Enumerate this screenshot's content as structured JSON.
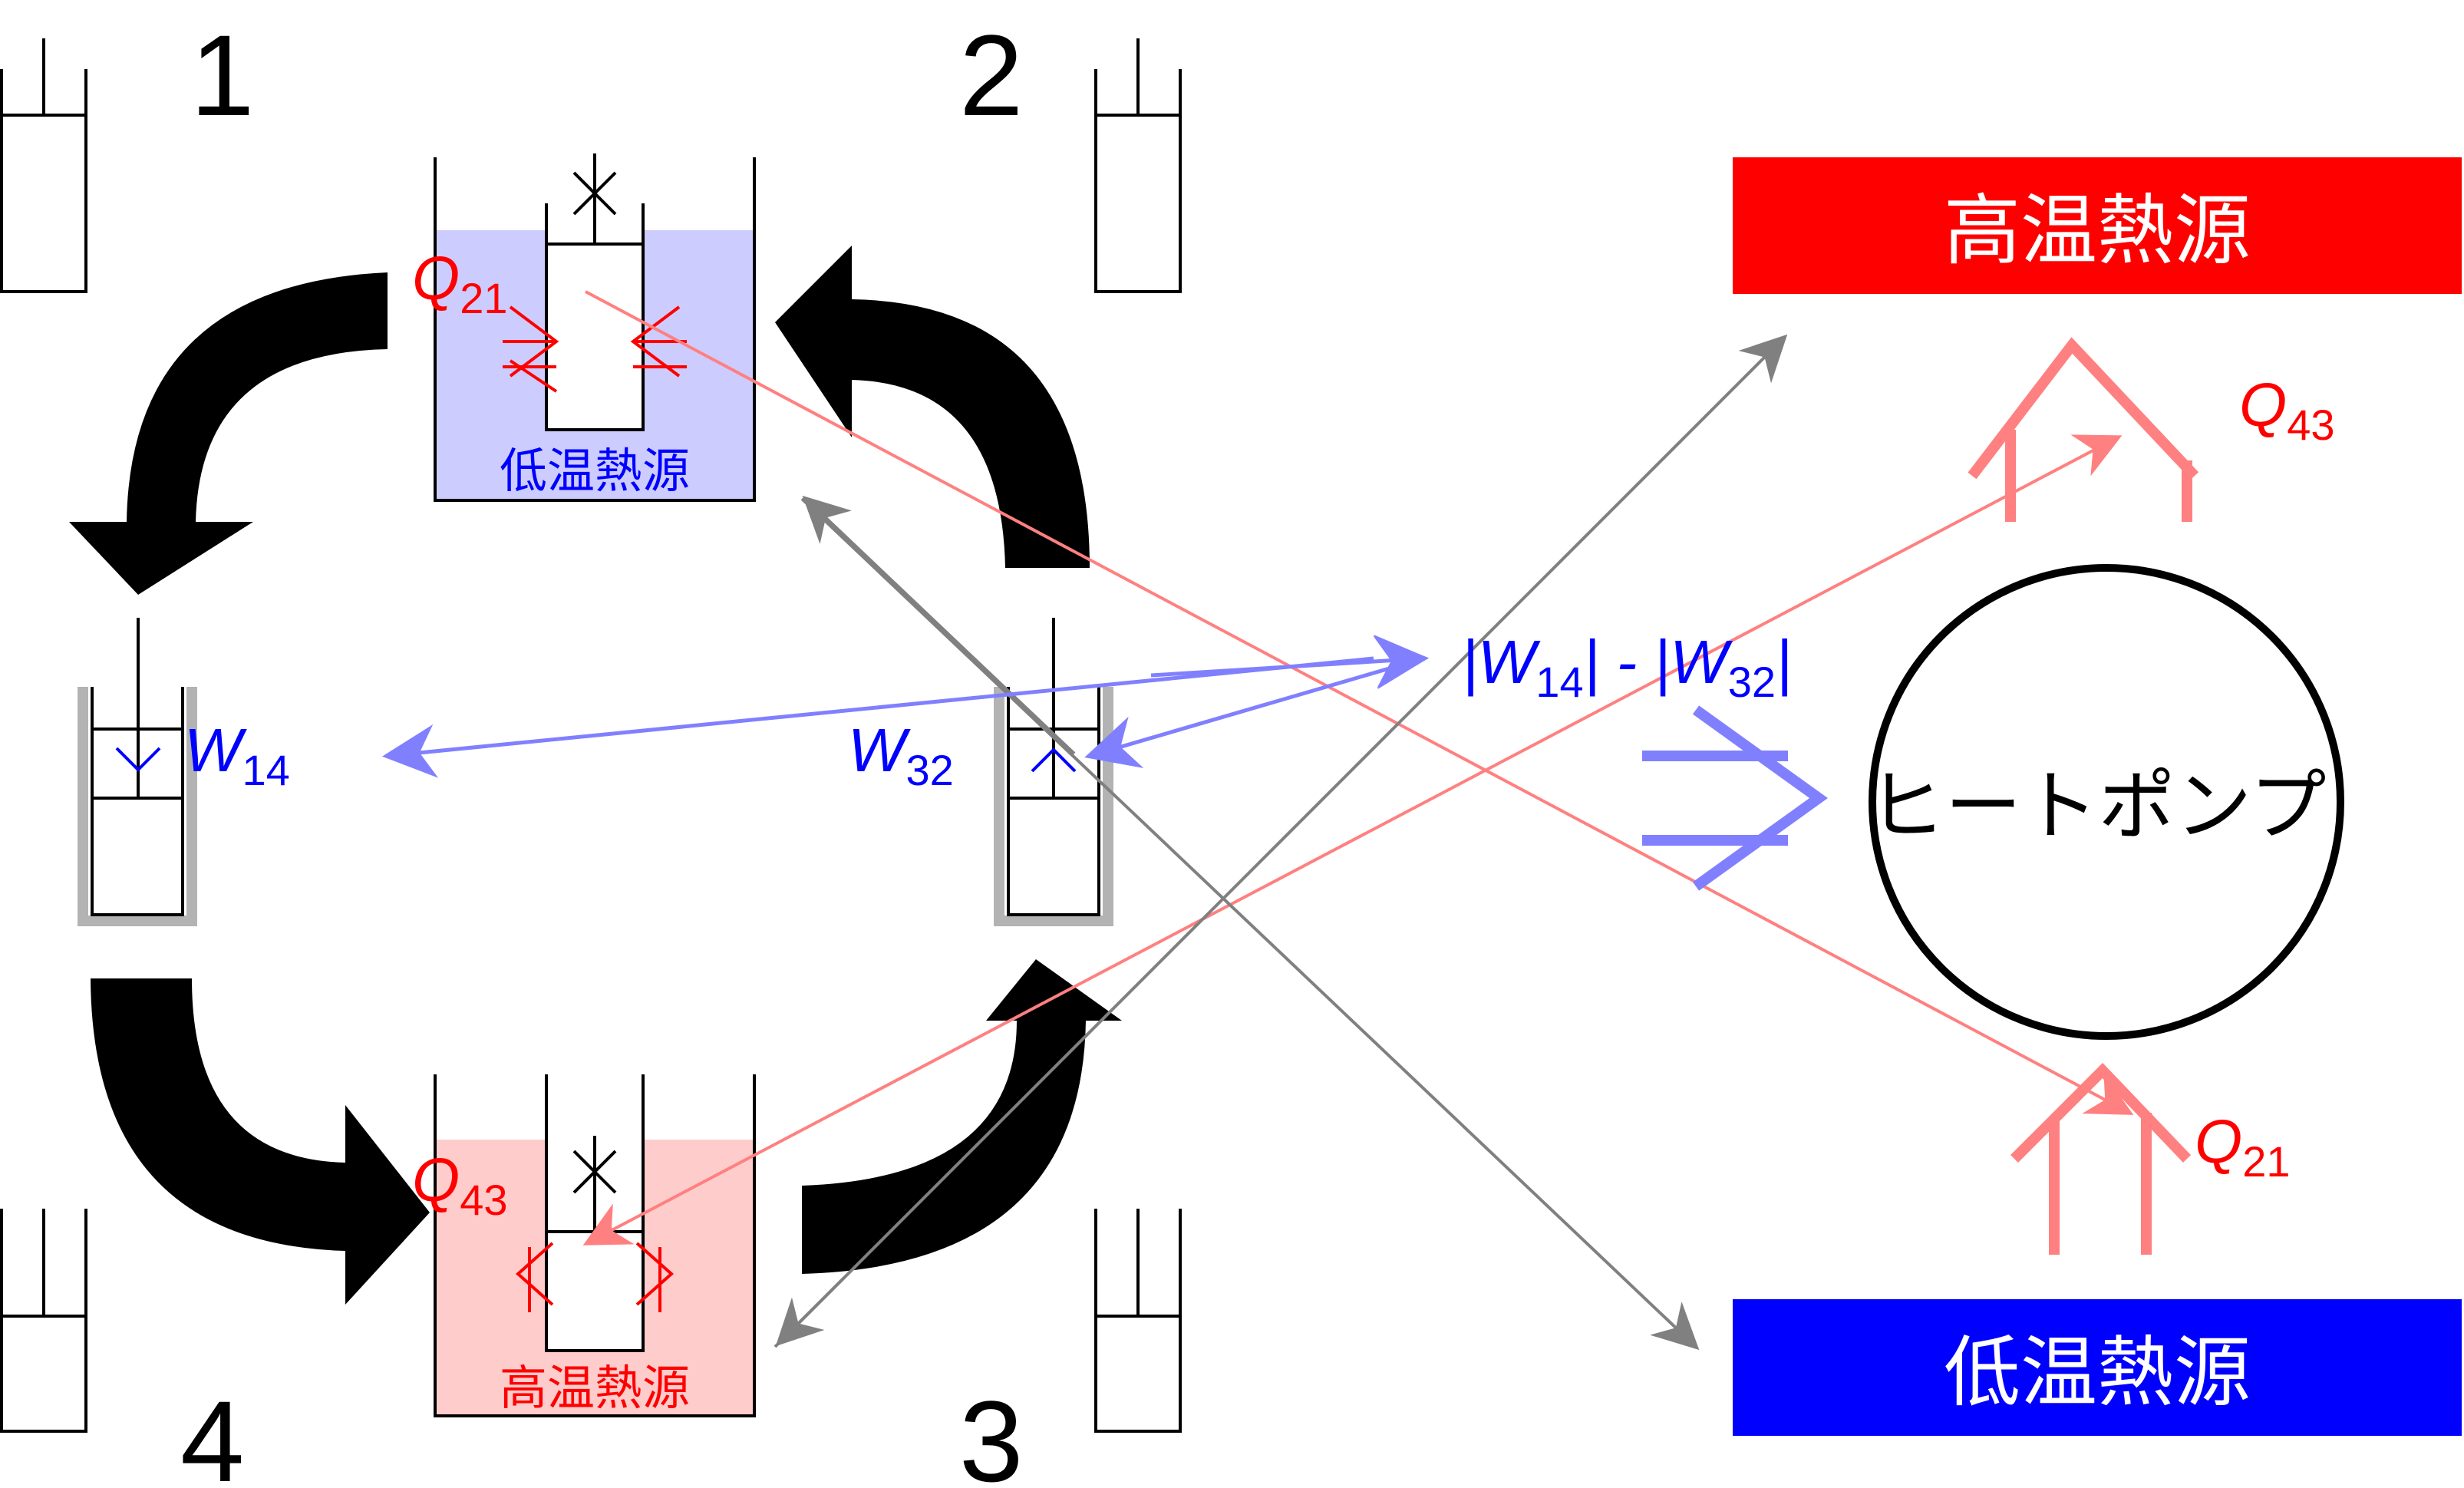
{
  "steps": [
    "1",
    "2",
    "3",
    "4"
  ],
  "reservoirs": {
    "hot": {
      "label": "高温熱源",
      "color": "#ff0000"
    },
    "cold": {
      "label": "低温熱源",
      "color": "#0000ff"
    }
  },
  "inner_reservoirs": {
    "cold": {
      "label": "低温熱源",
      "fill": "#ccccff"
    },
    "hot": {
      "label": "高温熱源",
      "fill": "#ffcccc"
    }
  },
  "heat_pump": {
    "label": "ヒートポンプ"
  },
  "labels": {
    "q21": {
      "main": "Q",
      "sub": "21"
    },
    "q43": {
      "main": "Q",
      "sub": "43"
    },
    "w14": {
      "main": "W",
      "sub": "14"
    },
    "w32": {
      "main": "W",
      "sub": "32"
    },
    "net_work": {
      "p1": "|W",
      "s1": "14",
      "p2": "| - |W",
      "s2": "32",
      "p3": "|"
    }
  },
  "colors": {
    "arrow_red": "#ff8080",
    "arrow_blue": "#8080ff",
    "arrow_gray": "#808080",
    "cycle_arrow": "#000000"
  }
}
